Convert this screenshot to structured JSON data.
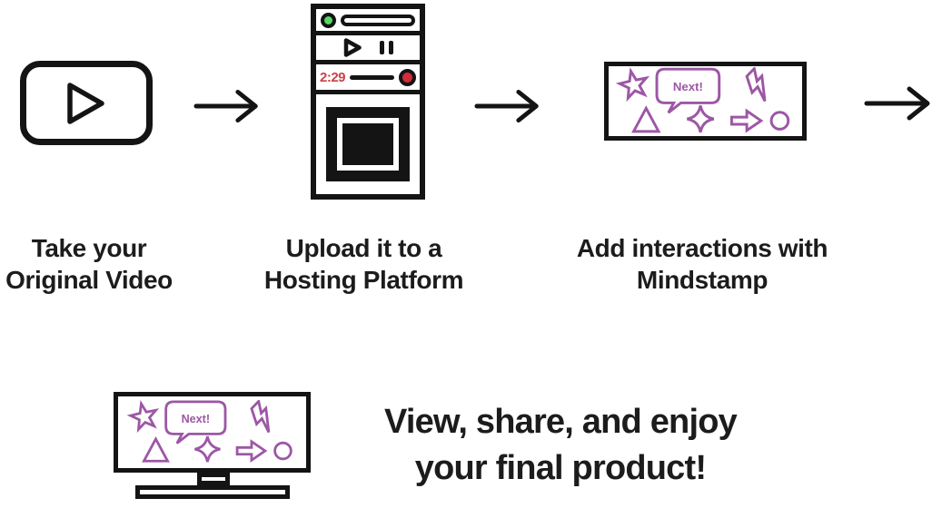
{
  "steps": [
    {
      "id": "original-video",
      "caption": "Take your\nOriginal Video"
    },
    {
      "id": "hosting-platform",
      "caption": "Upload it to a\nHosting Platform",
      "player": {
        "timestamp": "2:29"
      }
    },
    {
      "id": "add-interactions",
      "caption": "Add interactions with\nMindstamp",
      "bubble_label": "Next!"
    },
    {
      "id": "final-product",
      "caption": "View, share, and enjoy\nyour final product!",
      "bubble_label": "Next!"
    }
  ],
  "colors": {
    "ink": "#141414",
    "text": "#1c1c1c",
    "interaction_purple": "#9c57a5",
    "time_red": "#cb4149",
    "record_red": "#d22b3a",
    "status_green": "#55d964"
  },
  "icons": {
    "play": "▷",
    "pause": "⏸",
    "record": "●",
    "status-dot": "●",
    "flow-arrow": "→",
    "star": "☆",
    "speech-bubble": "💬",
    "lightning": "⚡",
    "triangle": "△",
    "sparkle": "✦",
    "block-arrow": "⇨",
    "circle": "○"
  }
}
